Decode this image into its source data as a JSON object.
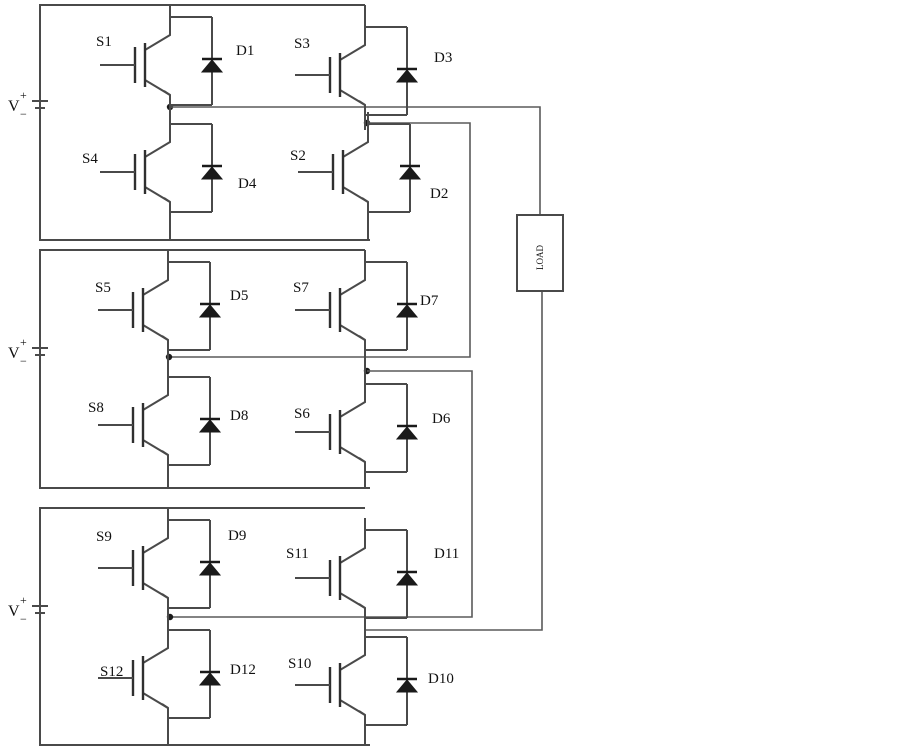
{
  "switches": [
    {
      "id": "s1",
      "switch": "S1",
      "diode": "D1"
    },
    {
      "id": "s3",
      "switch": "S3",
      "diode": "D3"
    },
    {
      "id": "s4",
      "switch": "S4",
      "diode": "D4"
    },
    {
      "id": "s2",
      "switch": "S2",
      "diode": "D2"
    },
    {
      "id": "s5",
      "switch": "S5",
      "diode": "D5"
    },
    {
      "id": "s7",
      "switch": "S7",
      "diode": "D7"
    },
    {
      "id": "s8",
      "switch": "S8",
      "diode": "D8"
    },
    {
      "id": "s6",
      "switch": "S6",
      "diode": "D6"
    },
    {
      "id": "s9",
      "switch": "S9",
      "diode": "D9"
    },
    {
      "id": "s11",
      "switch": "S11",
      "diode": "D11"
    },
    {
      "id": "s12",
      "switch": "S12",
      "diode": "D12"
    },
    {
      "id": "s10",
      "switch": "S10",
      "diode": "D10"
    }
  ],
  "sources": [
    {
      "label": "V",
      "plus": "+",
      "minus": "−"
    },
    {
      "label": "V",
      "plus": "+",
      "minus": "−"
    },
    {
      "label": "V",
      "plus": "+",
      "minus": "−"
    }
  ],
  "load": {
    "label": "LOAD"
  }
}
